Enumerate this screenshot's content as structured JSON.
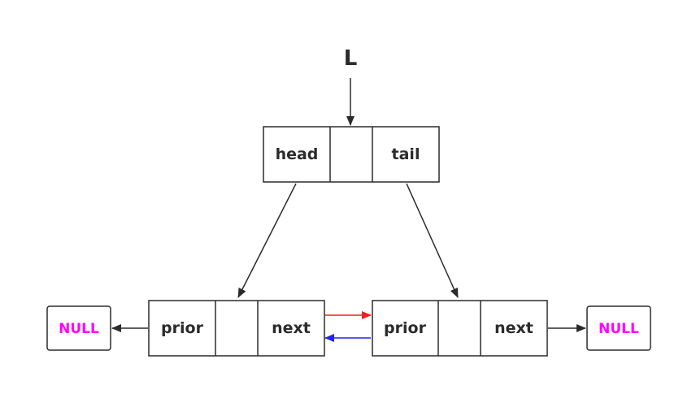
{
  "pointer": {
    "label": "L"
  },
  "list_node": {
    "head_label": "head",
    "middle_label": "",
    "tail_label": "tail"
  },
  "left_node": {
    "prior_label": "prior",
    "data_label": "",
    "next_label": "next"
  },
  "right_node": {
    "prior_label": "prior",
    "data_label": "",
    "next_label": "next"
  },
  "null_left": {
    "label": "NULL"
  },
  "null_right": {
    "label": "NULL"
  },
  "colors": {
    "stroke": "#2b2b2b",
    "null_text": "#ff00ff",
    "next_arrow": "#ee2222",
    "prior_arrow": "#2222ee"
  }
}
